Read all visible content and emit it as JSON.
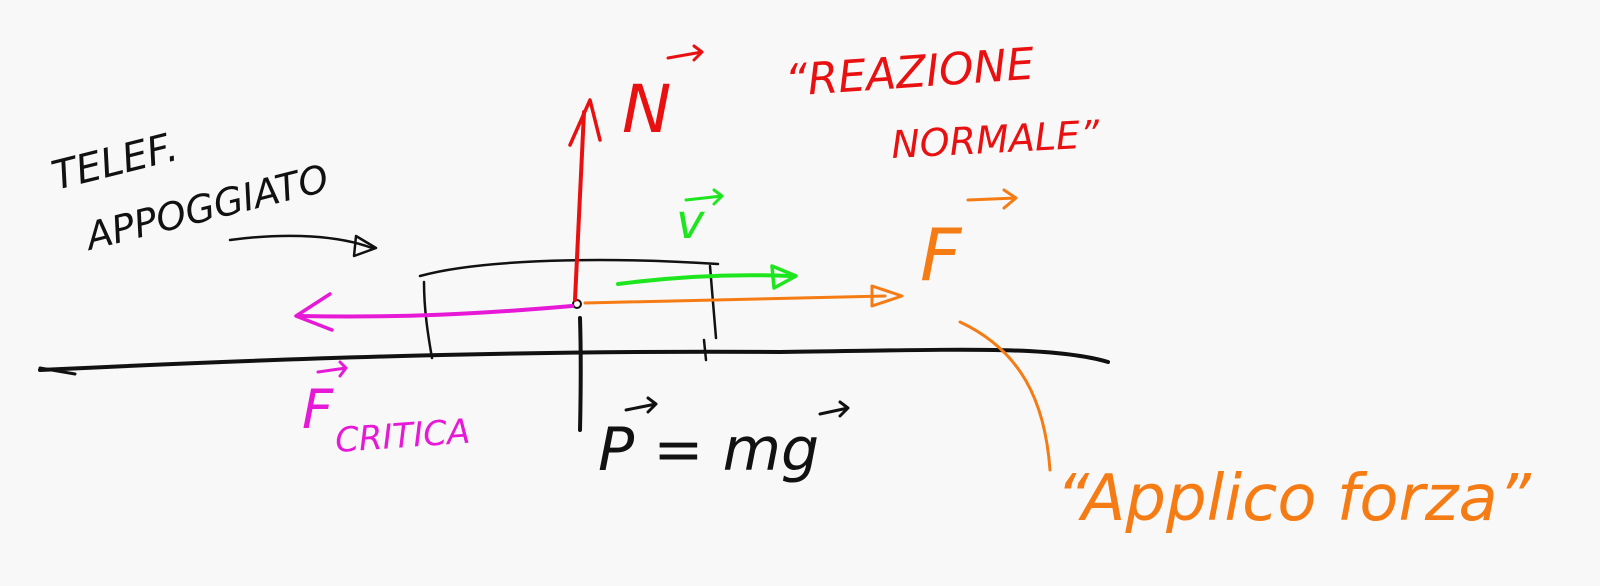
{
  "labels": {
    "phone_note_line1": "TELEF.",
    "phone_note_line2": "APPOGGIATO",
    "normal_symbol": "N",
    "normal_caption_line1": "“REAZIONE",
    "normal_caption_line2": "NORMALE”",
    "velocity_symbol": "v",
    "force_symbol": "F",
    "friction_symbol": "F",
    "friction_subscript": "CRITICA",
    "weight_equation": "P = mg",
    "applied_force_caption": "“Applico forza”"
  },
  "colors": {
    "background": "#f8f8f8",
    "ink": "#111111",
    "normal": "#e81010",
    "velocity": "#1ee61e",
    "applied_force": "#f57c14",
    "friction": "#e619d6"
  }
}
